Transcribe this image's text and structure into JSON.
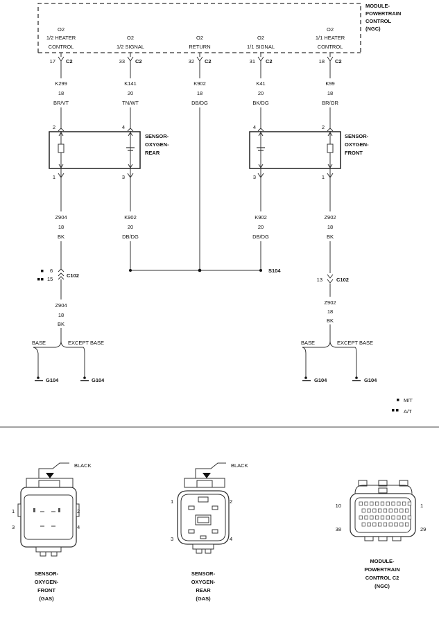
{
  "module": {
    "lines": [
      "MODULE-",
      "POWERTRAIN",
      "CONTROL",
      "(NGC)"
    ]
  },
  "pins": [
    {
      "func": [
        "O2",
        "1/2 HEATER",
        "CONTROL"
      ],
      "pin": "17",
      "conn": "C2",
      "circuit": "K299",
      "gauge": "18",
      "color": "BR/VT"
    },
    {
      "func": [
        "O2",
        "1/2 SIGNAL"
      ],
      "pin": "33",
      "conn": "C2",
      "circuit": "K141",
      "gauge": "20",
      "color": "TN/WT"
    },
    {
      "func": [
        "O2",
        "RETURN"
      ],
      "pin": "32",
      "conn": "C2",
      "circuit": "K902",
      "gauge": "18",
      "color": "DB/DG"
    },
    {
      "func": [
        "O2",
        "1/1 SIGNAL"
      ],
      "pin": "31",
      "conn": "C2",
      "circuit": "K41",
      "gauge": "20",
      "color": "BK/DG"
    },
    {
      "func": [
        "O2",
        "1/1 HEATER",
        "CONTROL"
      ],
      "pin": "18",
      "conn": "C2",
      "circuit": "K99",
      "gauge": "18",
      "color": "BR/OR"
    }
  ],
  "sensor_rear": {
    "lines": [
      "SENSOR-",
      "OXYGEN-",
      "REAR"
    ],
    "top_pins": [
      "2",
      "4"
    ],
    "bottom_pins": [
      "1",
      "3"
    ]
  },
  "sensor_front": {
    "lines": [
      "SENSOR-",
      "OXYGEN-",
      "FRONT"
    ],
    "top_pins": [
      "4",
      "2"
    ],
    "bottom_pins": [
      "3",
      "1"
    ]
  },
  "lower_wires": [
    {
      "circuit": "Z904",
      "gauge": "18",
      "color": "BK"
    },
    {
      "circuit": "K902",
      "gauge": "20",
      "color": "DB/DG"
    },
    {
      "circuit": "K902",
      "gauge": "20",
      "color": "DB/DG"
    },
    {
      "circuit": "Z902",
      "gauge": "18",
      "color": "BK"
    }
  ],
  "splice": "S104",
  "c102_left": {
    "pin_mt": "6",
    "pin_at": "15",
    "name": "C102"
  },
  "c102_right": {
    "pin": "13",
    "name": "C102"
  },
  "after_c102_left": {
    "circuit": "Z904",
    "gauge": "18",
    "color": "BK"
  },
  "after_c102_right": {
    "circuit": "Z902",
    "gauge": "18",
    "color": "BK"
  },
  "branch": {
    "base": "BASE",
    "except": "EXCEPT BASE"
  },
  "ground": "G104",
  "legend": {
    "mt": "M/T",
    "at": "A/T"
  },
  "connectors": {
    "front": {
      "caption": [
        "SENSOR-",
        "OXYGEN-",
        "FRONT",
        "(GAS)"
      ],
      "tab": "BLACK",
      "pins": [
        "1",
        "2",
        "3",
        "4"
      ]
    },
    "rear": {
      "caption": [
        "SENSOR-",
        "OXYGEN-",
        "REAR",
        "(GAS)"
      ],
      "tab": "BLACK",
      "pins": [
        "1",
        "2",
        "3",
        "4"
      ]
    },
    "pcm": {
      "caption": [
        "MODULE-",
        "POWERTRAIN",
        "CONTROL C2",
        "(NGC)"
      ],
      "pins": [
        "10",
        "1",
        "38",
        "29"
      ]
    }
  }
}
